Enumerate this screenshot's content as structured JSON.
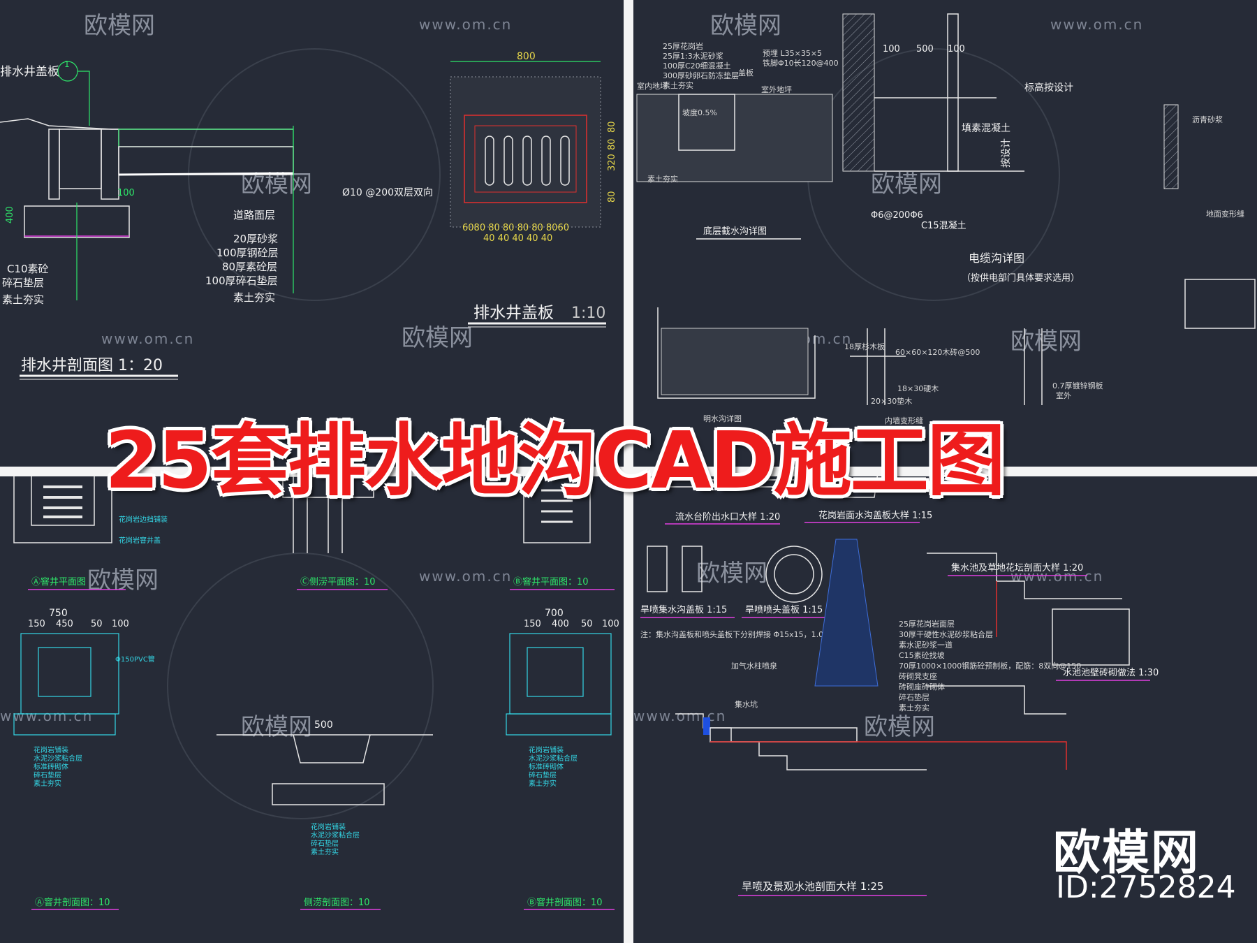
{
  "overlay": {
    "title": "25套排水地沟CAD施工图",
    "brand": "欧模网",
    "id_label": "ID:2752824",
    "title_color": "#ee1c1c"
  },
  "watermark": {
    "url": "www.om.cn",
    "logo": "欧模网"
  },
  "panel_tl": {
    "cover_label": "排水井盖板",
    "callout_num": "1",
    "road_layers": [
      "道路面层",
      "20厚砂浆",
      "100厚钢砼层",
      "80厚素砼层",
      "100厚碎石垫层",
      "素土夯实"
    ],
    "left_layers": [
      "C10素砼",
      "碎石垫层",
      "素土夯实"
    ],
    "rebar_note": "Ø10   @200双层双向",
    "dim_100": "100",
    "dim_400": "400",
    "dim_top": "800",
    "dim_right": [
      "80",
      "80",
      "320",
      "80"
    ],
    "dims_bottom_a": "6080 80 80 80 80 8060",
    "dims_bottom_b": "40  40  40  40  40",
    "title_cover": "排水井盖板",
    "scale_cover": "1:10",
    "title_section": "排水井剖面图 1：20"
  },
  "panel_tr": {
    "notes_a": [
      "25厚花岗岩",
      "25厚1:3水泥砂浆",
      "100厚C20细混凝土",
      "300厚砂卵石防冻垫层",
      "素土夯实"
    ],
    "note_b": [
      "预埋 L35×35×5",
      "铁脚Φ10长120@400"
    ],
    "label_indoor": "室内地坪",
    "label_outdoor": "室外地坪",
    "label_cover": "盖板",
    "dim_slope": "坡度0.5%",
    "title_drain": "底层截水沟详图",
    "dims_top": [
      "100",
      "500",
      "100"
    ],
    "label_elev": "标高按设计",
    "label_concrete": "填素混凝土",
    "label_by_design": "按设计",
    "rebar": "Φ6@200Φ6",
    "c15": "C15混凝土",
    "title_cable": "电缆沟详图",
    "cable_note": "（按供电部门具体要求选用）",
    "label_asphalt": "沥青砂浆",
    "label_floor_joint": "地面变形缝",
    "label_open_ditch": "明水沟详图",
    "label_wall_joint": "内墙变形缝",
    "label_fir": "18厚杉木板",
    "label_wood": "60×60×120木砖@500",
    "label_hardwood": "18×30硬木",
    "label_pad": "20×30垫木",
    "label_steel": "0.7厚镀锌钢板",
    "label_outside": "室外"
  },
  "panel_bl": {
    "title_a_plan": "Ⓐ窨井平面图",
    "title_side_plan": "Ⓒ侧涝平面图：10",
    "title_b_plan": "Ⓑ窨井平面图：10",
    "label_granite_edge": "花岗岩边挡铺装",
    "label_granite_cover": "花岗岩窨井盖",
    "dims_a": [
      "750",
      "150",
      "450",
      "50",
      "100"
    ],
    "dim_500": "500",
    "dims_b": [
      "700",
      "150",
      "400",
      "50",
      "100"
    ],
    "label_pvc": "Φ150PVC管",
    "layers": [
      "花岗岩铺装",
      "水泥沙浆粘合层",
      "标准砖砌体",
      "碎石垫层",
      "素土夯实"
    ],
    "title_a_sec": "Ⓐ窨井剖面图：10",
    "title_side_sec": "侧涝剖面图：10",
    "title_b_sec": "Ⓑ窨井剖面图：10"
  },
  "panel_br": {
    "title_3": "流水台阶出水口大样 1:20",
    "title_2": "花岗岩面水沟盖板大样 1:15",
    "title_1": "旱喷集水沟盖板 1:15",
    "title_4": "旱喷喷头盖板 1:15",
    "note_cover": "注：集水沟盖板和喷头盖板下分别焊接 Φ15x15，1.0不锈钢丝网",
    "title_pool": "集水池及草地花坛剖面大样 1:20",
    "title_5": "水池池壁砖砌做法 1:30",
    "title_fountain": "旱喷及景观水池剖面大样 1:25",
    "layers": [
      "25厚花岗岩面层",
      "30厚干硬性水泥砂浆粘合层",
      "素水泥砂浆一道",
      "C15素砼找坡",
      "70厚1000×1000钢筋砼预制板，配筋：8双向@150",
      "砖砌凳支座",
      "砖砌座砖砌体",
      "碎石垫层",
      "素土夯实"
    ],
    "label_pump": "加气水柱喷泉",
    "label_sump": "集水坑"
  },
  "colors": {
    "bg": "#262b37",
    "line": "#e6e6e6",
    "green": "#2ee66a",
    "cyan": "#34d7e6",
    "red": "#e0302e",
    "magenta": "#e040e0"
  }
}
